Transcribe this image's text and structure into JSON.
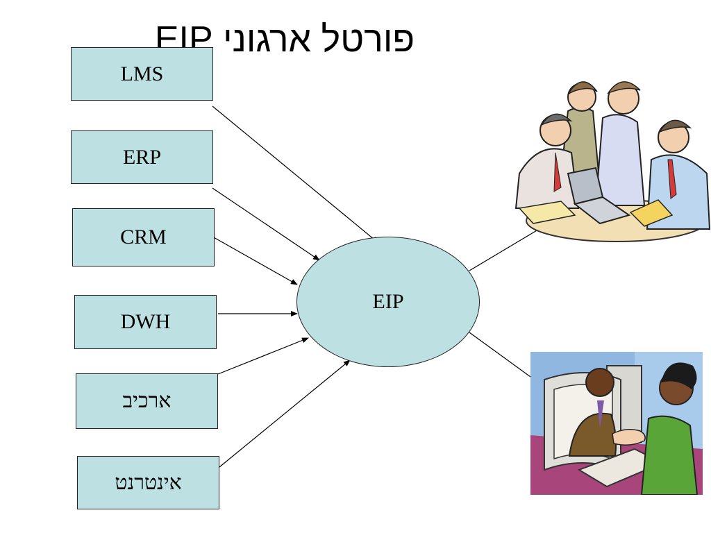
{
  "slide": {
    "title": "פורטל ארגוני  EIP",
    "sources": [
      {
        "label": "LMS"
      },
      {
        "label": "ERP"
      },
      {
        "label": "CRM"
      },
      {
        "label": "DWH"
      },
      {
        "label": "ארכיב"
      },
      {
        "label": "אינטרנט"
      }
    ],
    "hub": {
      "label": "EIP"
    },
    "images": [
      {
        "icon": "meeting-group-clipart"
      },
      {
        "icon": "computer-handshake-clipart"
      }
    ]
  }
}
